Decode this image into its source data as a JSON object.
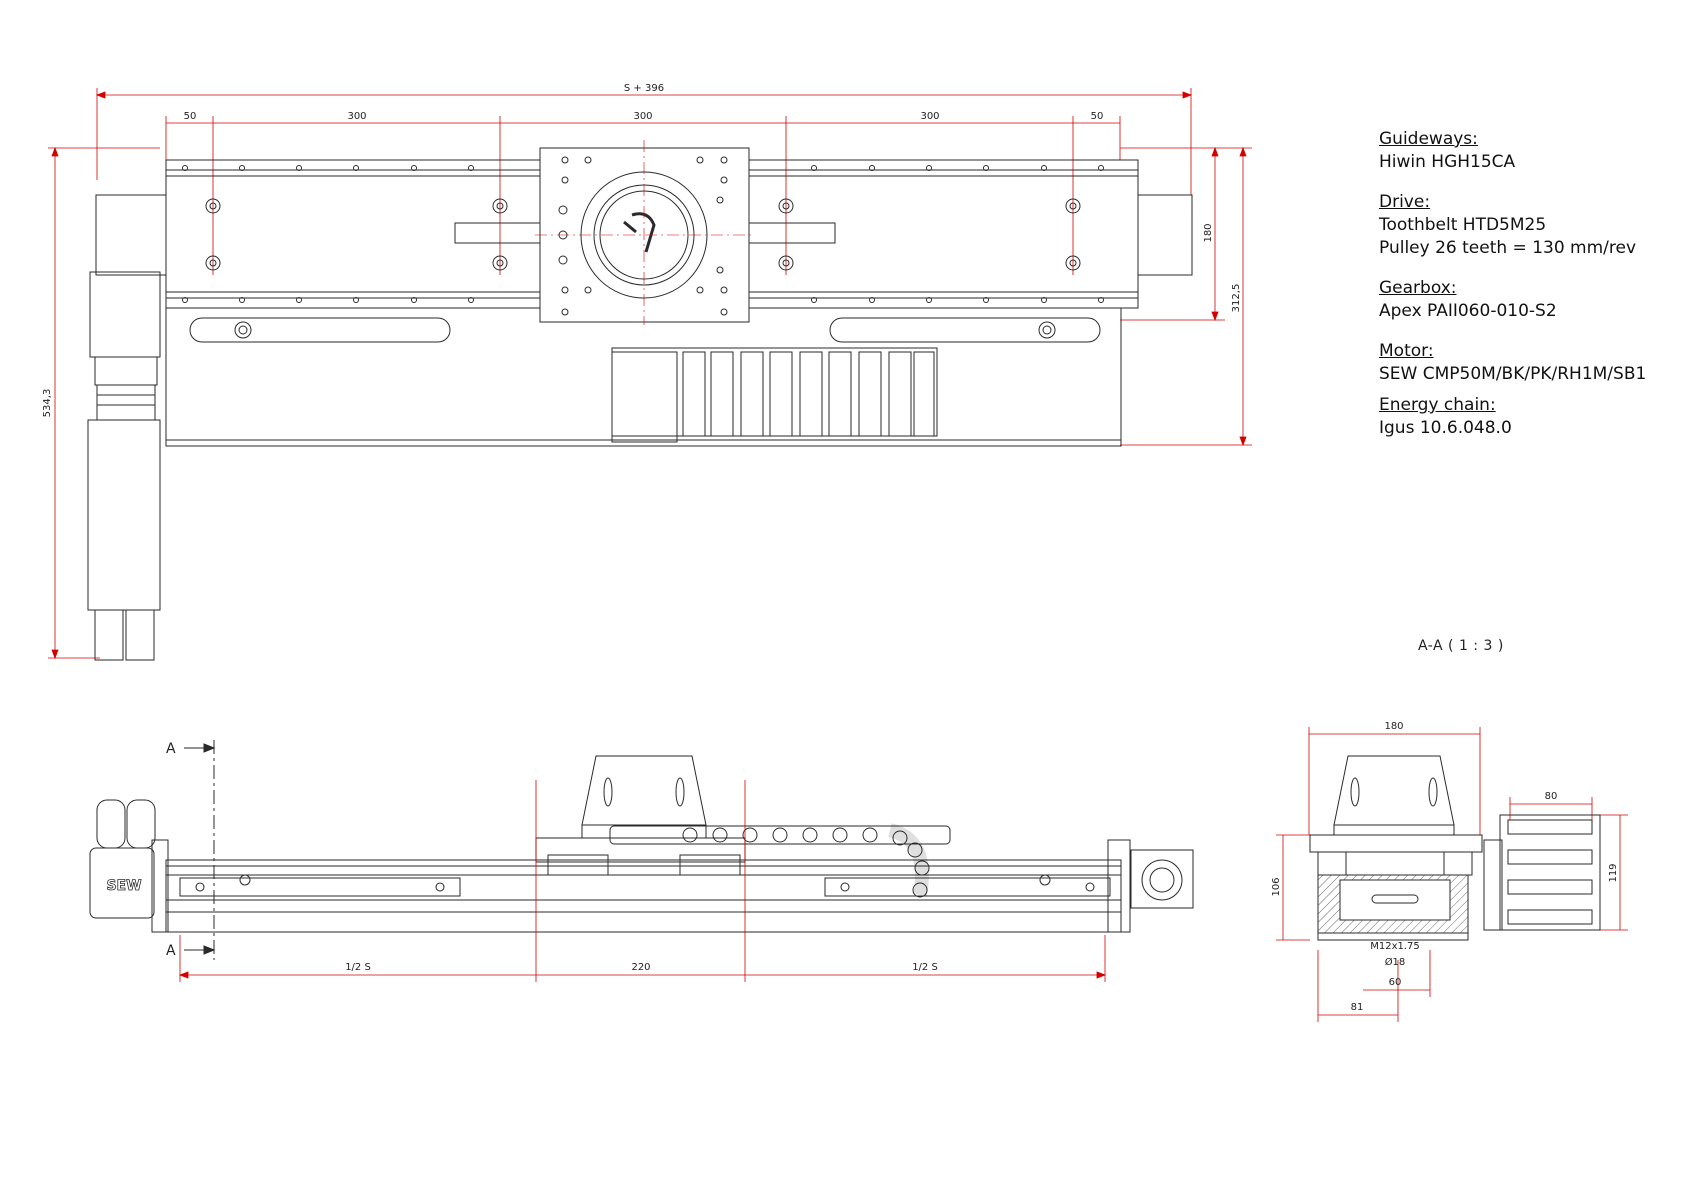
{
  "specs": [
    {
      "heading": "Guideways:",
      "lines": [
        "Hiwin HGH15CA"
      ]
    },
    {
      "heading": "Drive:",
      "lines": [
        "Toothbelt HTD5M25",
        "Pulley 26 teeth = 130 mm/rev"
      ]
    },
    {
      "heading": "Gearbox:",
      "lines": [
        "Apex PAII060-010-S2"
      ]
    },
    {
      "heading": "Motor:",
      "lines": [
        "SEW CMP50M/BK/PK/RH1M/SB1"
      ]
    },
    {
      "heading": "Energy chain:",
      "lines": [
        "Igus 10.6.048.0"
      ]
    }
  ],
  "section_title": "A-A ( 1 : 3 )",
  "top_view": {
    "overall_length": "S + 396",
    "hole_spacing": [
      "50",
      "300",
      "300",
      "300",
      "50"
    ],
    "width_label": "180",
    "height_label": "312,5",
    "total_height_label": "534,3"
  },
  "side_view": {
    "section_marker": "A",
    "spans": [
      "1/2 S",
      "220",
      "1/2 S"
    ],
    "motor_brand": "SEW"
  },
  "section_view": {
    "width": "180",
    "chain_width": "80",
    "height": "106",
    "chain_height": "119",
    "thread": "M12x1.75",
    "diameter": "Ø18",
    "offset_60": "60",
    "offset_81": "81"
  },
  "colors": {
    "line": "#2a2a2a",
    "dimension": "#d40000",
    "hatch": "#444444"
  }
}
